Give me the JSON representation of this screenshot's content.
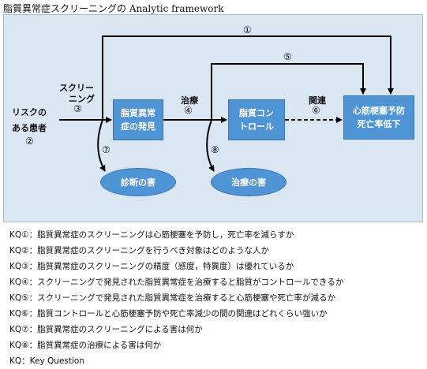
{
  "title": "脂質異常症スクリーニングの Analytic framework",
  "nodes": {
    "patients_line1": "リスクの",
    "patients_line2": "ある患者",
    "patients_num": "②",
    "screening_line1": "スクリー",
    "screening_line2": "ニング",
    "screening_num": "③",
    "detect_line1": "脂質異常",
    "detect_line2": "症の発見",
    "treat_label": "治療",
    "treat_num": "④",
    "control_line1": "脂質コン",
    "control_line2": "トロール",
    "assoc_label": "関連",
    "assoc_num": "⑥",
    "outcome_line1": "心筋梗塞予防",
    "outcome_line2": "死亡率低下",
    "harm_diag": "診断の害",
    "harm_treat": "治療の害",
    "arrow1_num": "①",
    "arrow5_num": "⑤",
    "arrow7_num": "⑦",
    "arrow8_num": "⑧"
  },
  "kq": [
    "KQ①：脂質異常症のスクリーニングは心筋梗塞を予防し，死亡率を減らすか",
    "KQ②：脂質異常症のスクリーニングを行うべき対象はどのような人か",
    "KQ③：脂質異常症のスクリーニングの精度（感度，特異度）は優れているか",
    "KQ④：スクリーニングで発見された脂質異常症を治療すると脂質がコントロールできるか",
    "KQ⑤：スクリーニングで発見された脂質異常症を治療すると心筋梗塞や死亡率が減るか",
    "KQ⑥：脂質コントロールと心筋梗塞予防や死亡率減少の間の関連はどれくらい強いか",
    "KQ⑦：脂質異常症のスクリーニングによる害は何か",
    "KQ⑧：脂質異常症の治療による害は何か",
    "KQ：Key Question"
  ]
}
